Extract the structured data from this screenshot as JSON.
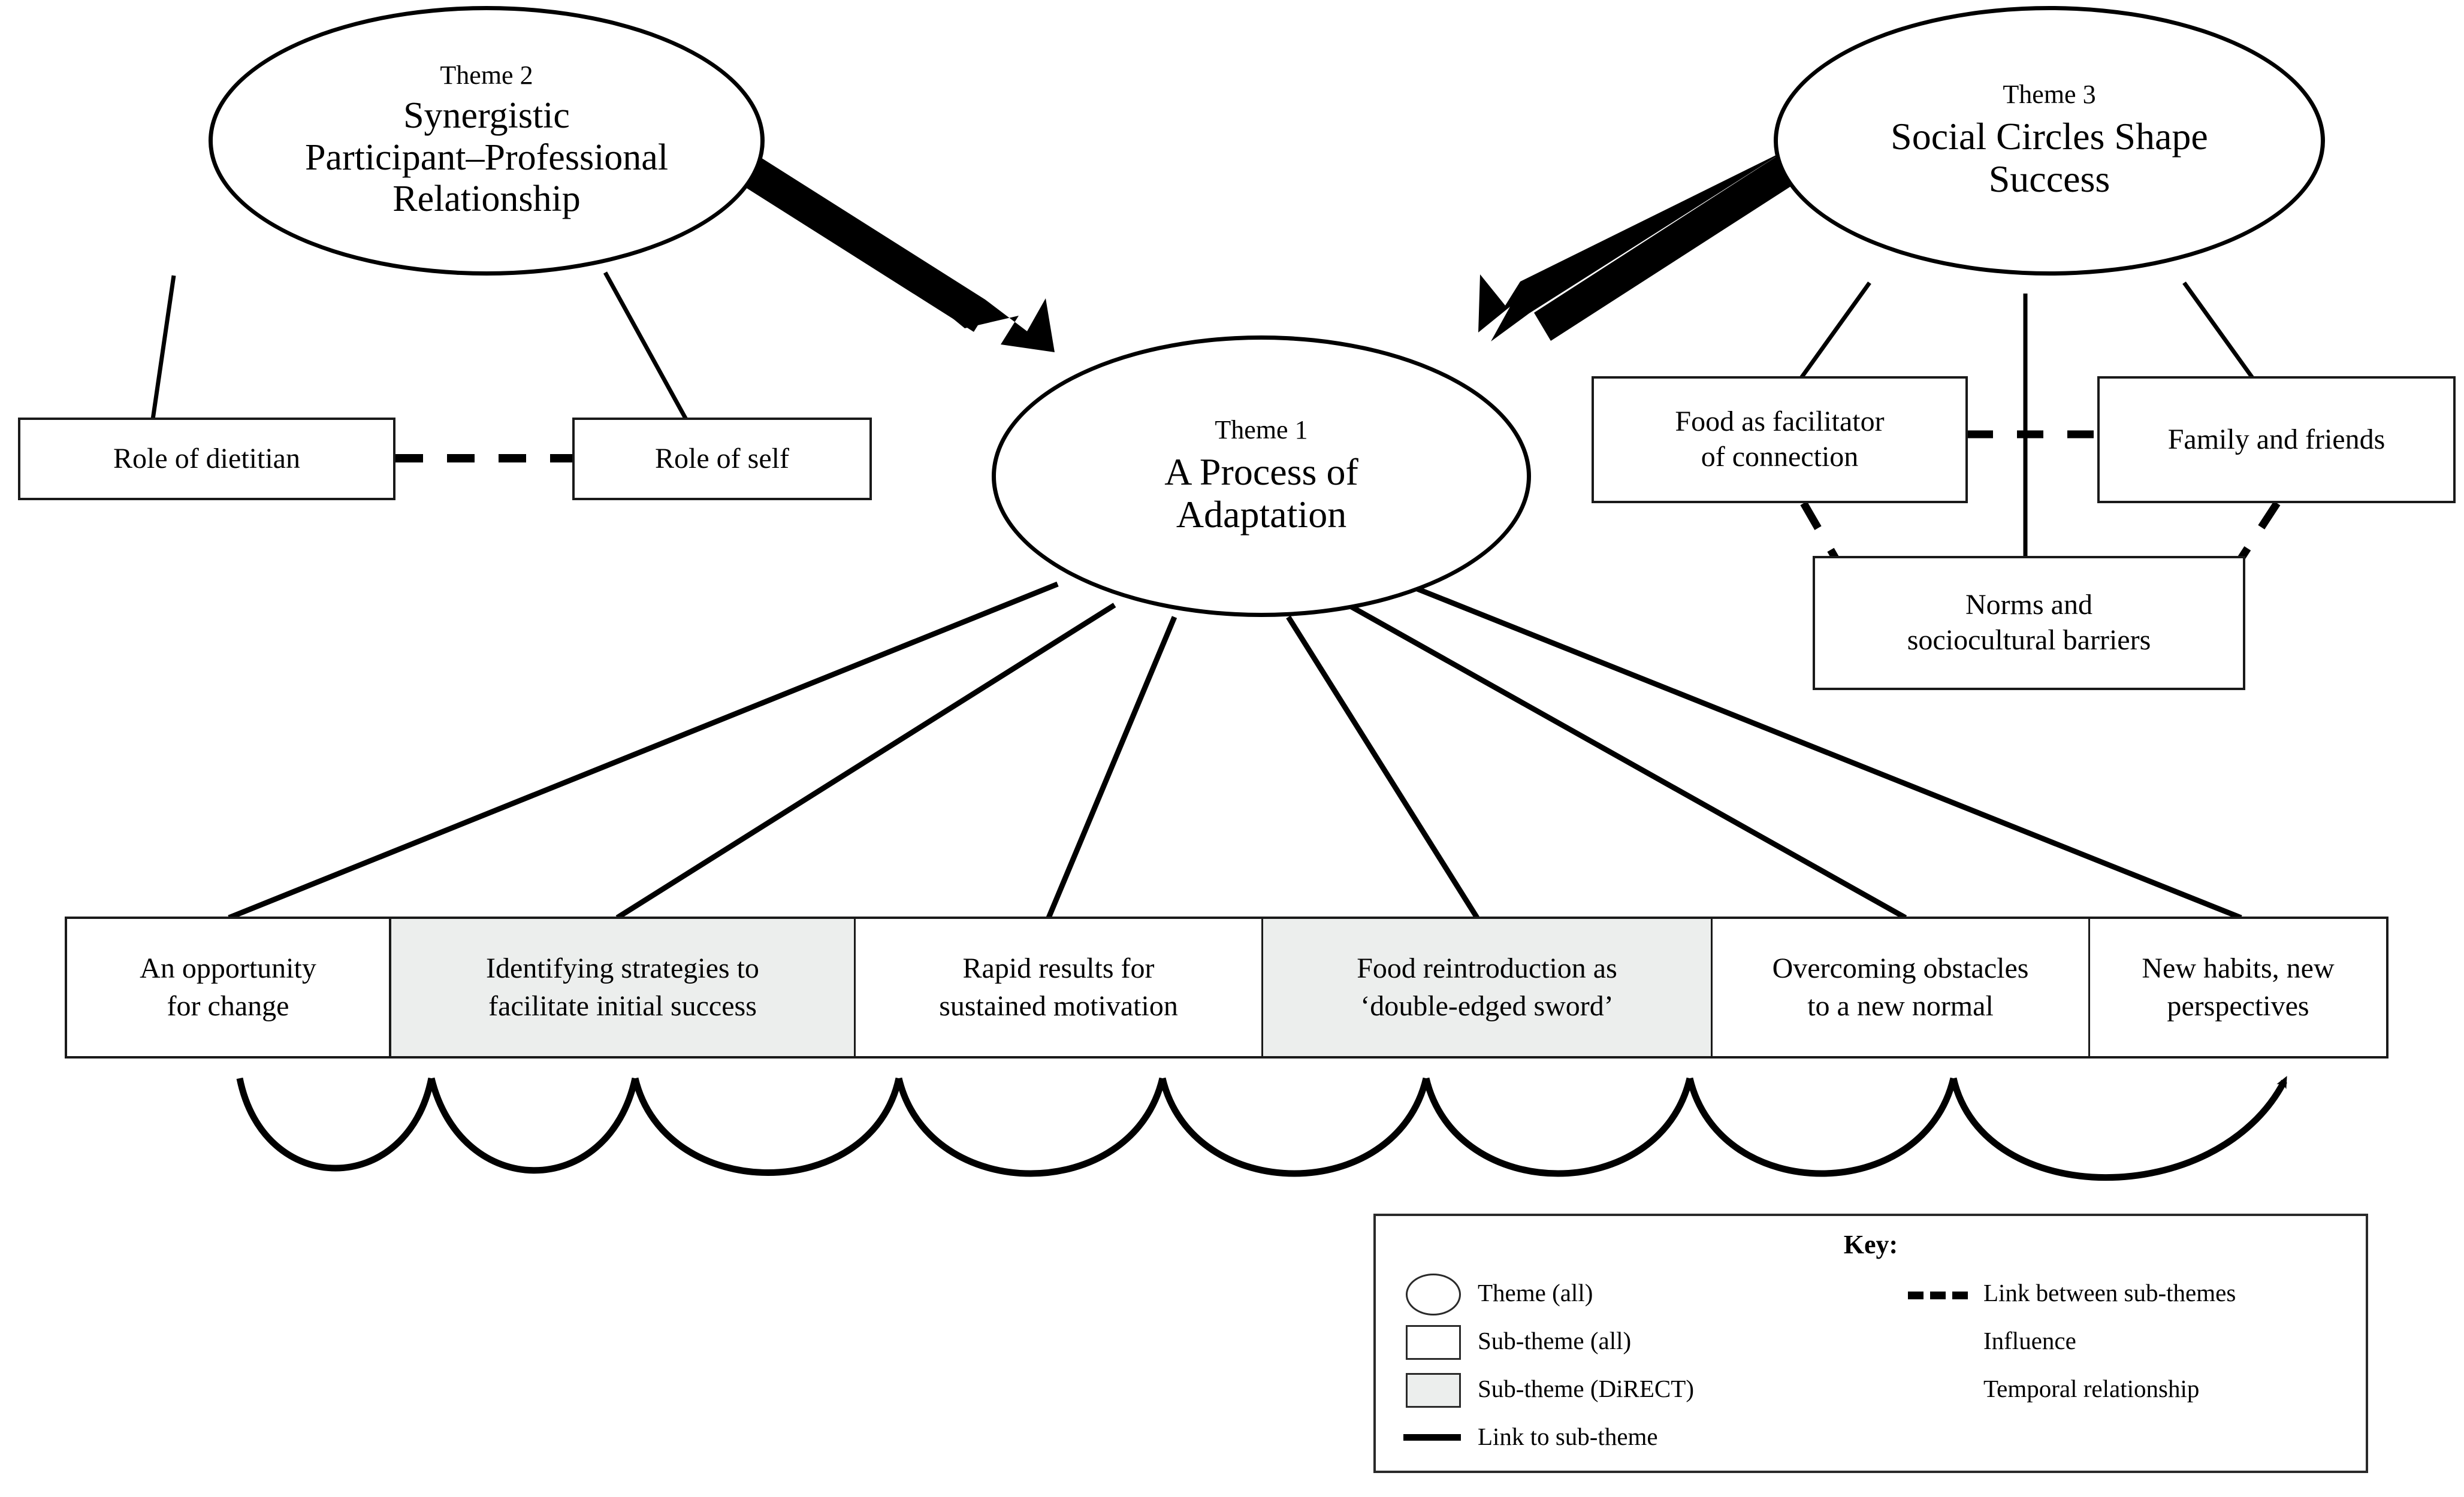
{
  "themes": [
    {
      "id": "theme1",
      "label": "Theme 1",
      "title_line1": "A Process of",
      "title_line2": "Adaptation"
    },
    {
      "id": "theme2",
      "label": "Theme 2",
      "title_line1": "Synergistic",
      "title_line2": "Participant–Professional",
      "title_line3": "Relationship"
    },
    {
      "id": "theme3",
      "label": "Theme 3",
      "title_line1": "Social Circles Shape",
      "title_line2": "Success"
    }
  ],
  "theme2_subthemes": [
    {
      "text": "Role of dietitian"
    },
    {
      "text": "Role of self"
    }
  ],
  "theme3_subthemes": [
    {
      "line1": "Food as facilitator",
      "line2": "of connection"
    },
    {
      "line1": "Family and friends",
      "line2": ""
    },
    {
      "line1": "Norms and",
      "line2": "sociocultural barriers"
    }
  ],
  "theme1_subthemes": [
    {
      "line1": "An opportunity",
      "line2": "for change",
      "direct": false
    },
    {
      "line1": "Identifying strategies  to",
      "line2": "facilitate initial success",
      "direct": true
    },
    {
      "line1": "Rapid results for",
      "line2": "sustained  motivation",
      "direct": false
    },
    {
      "line1": "Food reintroduction as",
      "line2": "‘double-edged  sword’",
      "direct": true
    },
    {
      "line1": "Overcoming obstacles",
      "line2": "to a new normal",
      "direct": false
    },
    {
      "line1": "New habits, new",
      "line2": "perspectives",
      "direct": false
    }
  ],
  "key": {
    "title": "Key:",
    "left_items": [
      {
        "glyph": "ellipse-outline-icon",
        "label": "Theme (all)"
      },
      {
        "glyph": "rect-outline-icon",
        "label": "Sub-theme (all)"
      },
      {
        "glyph": "rect-filled-icon",
        "label": "Sub-theme (DiRECT)"
      },
      {
        "glyph": "solid-line-icon",
        "label": "Link to sub-theme"
      }
    ],
    "right_items": [
      {
        "glyph": "dashed-line-icon",
        "label": "Link between sub-themes"
      },
      {
        "glyph": "block-arrow-icon",
        "label": "Influence"
      },
      {
        "glyph": "wave-arrow-icon",
        "label": "Temporal relationship"
      }
    ]
  },
  "colors": {
    "stroke": "#000000",
    "box_stroke": "#1a1a1a",
    "direct_fill": "#eceeed",
    "background": "#ffffff"
  }
}
